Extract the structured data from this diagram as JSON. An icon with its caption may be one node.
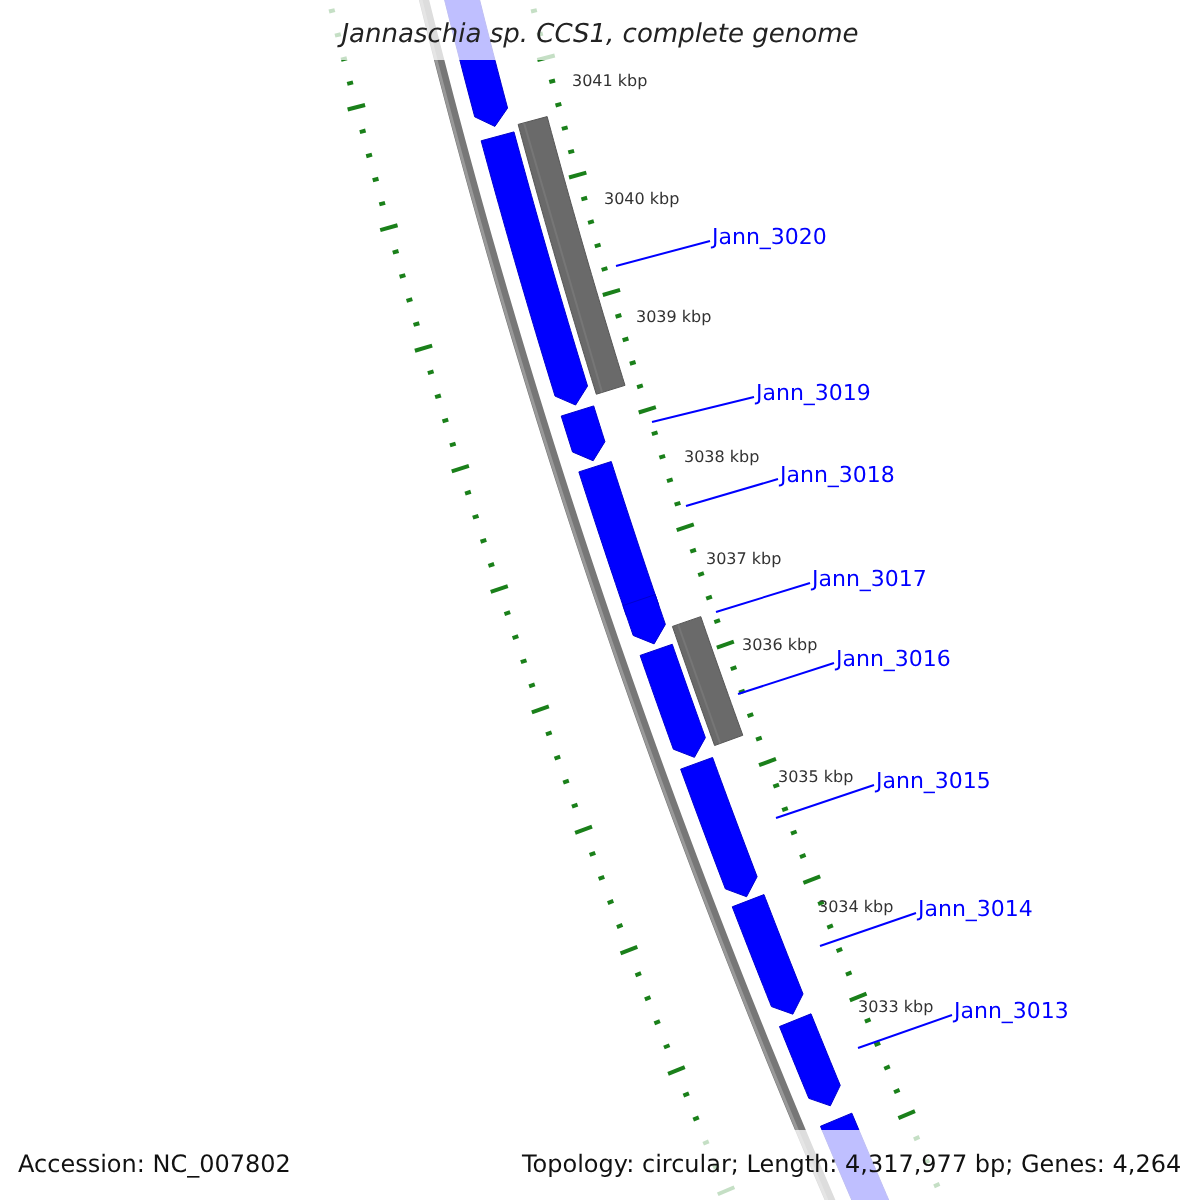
{
  "diagram": {
    "title": "Jannaschia sp. CCS1, complete genome",
    "nodes": [
      {
        "text": [
          "Jann_3020"
        ]
      },
      {
        "text": [
          "Jann_3019"
        ]
      },
      {
        "text": [
          "Jann_3018"
        ]
      },
      {
        "text": [
          "Jann_3017"
        ]
      },
      {
        "text": [
          "Jann_3016"
        ]
      },
      {
        "text": [
          "Jann_3015"
        ]
      },
      {
        "text": [
          "Jann_3014"
        ]
      },
      {
        "text": [
          "Jann_3013"
        ]
      }
    ],
    "edges": [
      {
        "from": 0,
        "to": null,
        "arrow": "none"
      },
      {
        "from": 1,
        "to": null,
        "arrow": "none"
      },
      {
        "from": 2,
        "to": null,
        "arrow": "none"
      },
      {
        "from": 3,
        "to": null,
        "arrow": "none"
      },
      {
        "from": 4,
        "to": null,
        "arrow": "none"
      },
      {
        "from": 5,
        "to": null,
        "arrow": "none"
      },
      {
        "from": 6,
        "to": null,
        "arrow": "none"
      },
      {
        "from": 7,
        "to": null,
        "arrow": "none"
      }
    ],
    "labels": [
      "3041 kbp",
      "3040 kbp",
      "3039 kbp",
      "3038 kbp",
      "3037 kbp",
      "3036 kbp",
      "3035 kbp",
      "3034 kbp",
      "3033 kbp",
      "Accession: NC_007802",
      "Topology: circular; Length: 4,317,977 bp; Genes: 4,264"
    ]
  }
}
